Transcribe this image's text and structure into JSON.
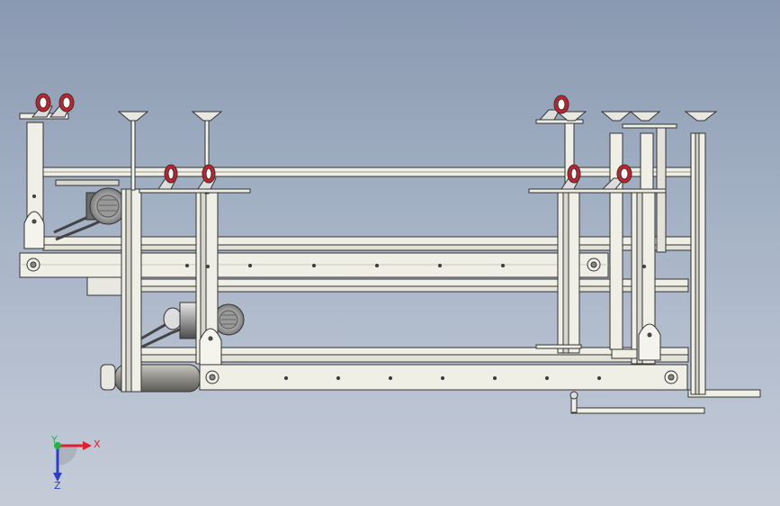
{
  "view": {
    "background_top": "#8a99b1",
    "background_bottom": "#c5ccd8"
  },
  "triad": {
    "x_label": "X",
    "y_label": "Y",
    "z_label": "Z",
    "x_color": "#e0202a",
    "y_color": "#1db54a",
    "z_color": "#2a3fd0"
  },
  "icons": {
    "triad": "coordinate-triad-icon"
  }
}
